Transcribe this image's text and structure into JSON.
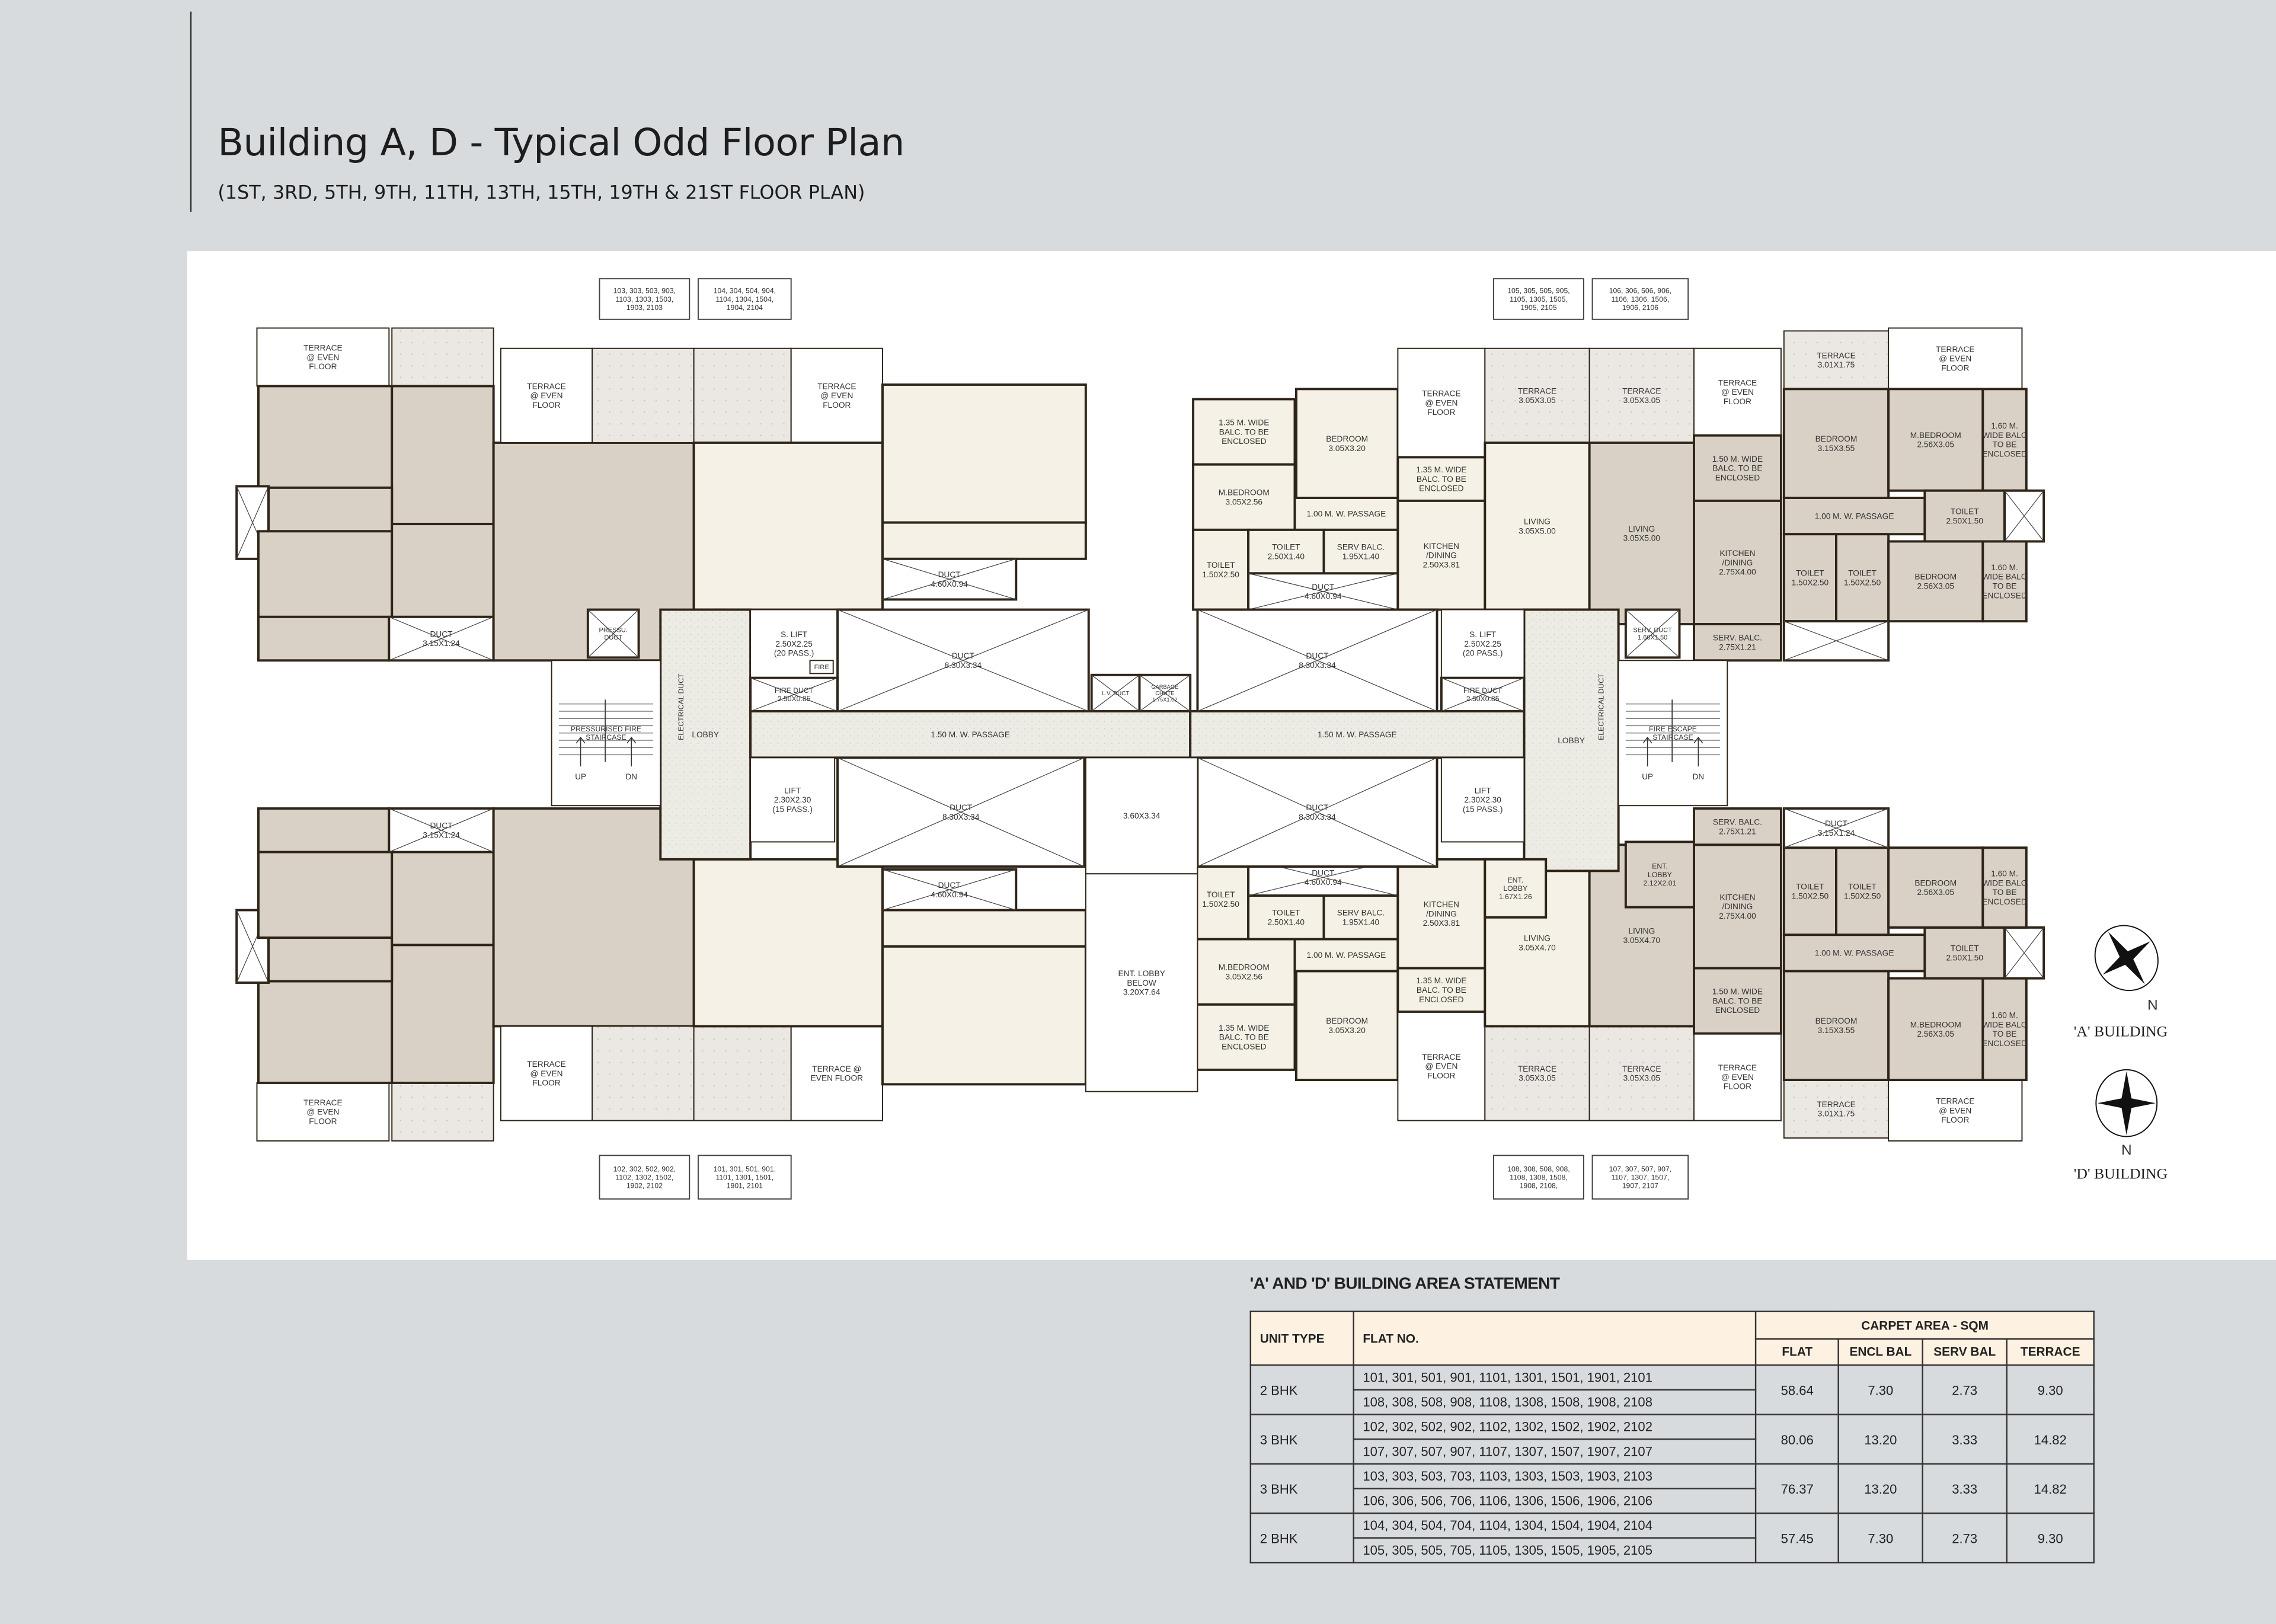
{
  "header": {
    "title": "Building A, D - Typical Odd Floor Plan",
    "subtitle": "(1ST, 3RD, 5TH, 9TH, 11TH, 13TH, 15TH, 19TH & 21ST FLOOR PLAN)"
  },
  "colors": {
    "background": "#d8dbde",
    "wall": "#2e2418",
    "unit_taupe": "#d9d1c6",
    "unit_cream": "#f5f1e6",
    "terrace": "#ebe8e3",
    "lobby": "#ecebe4",
    "table_header": "#fdf1e2"
  },
  "plan": {
    "flat_boxes_top": [
      "103, 303, 503, 903,\n1103, 1303, 1503,\n1903, 2103",
      "104, 304, 504, 904,\n1104, 1304, 1504,\n1904, 2104",
      "105, 305, 505, 905,\n1105, 1305, 1505,\n1905, 2105",
      "106, 306, 506, 906,\n1106, 1306, 1506,\n1906, 2106"
    ],
    "flat_boxes_bottom": [
      "102, 302, 502, 902,\n1102, 1302, 1502,\n1902, 2102",
      "101, 301, 501, 901,\n1101, 1301, 1501,\n1901, 2101",
      "108, 308, 508, 908,\n1108, 1308, 1508,\n1908, 2108,",
      "107, 307, 507, 907,\n1107, 1307, 1507,\n1907, 2107"
    ],
    "core": {
      "press_duct": "PRESSU.\nDUCT",
      "stair_l": "PRESSURISED FIRE\nSTAIRCASE",
      "stair_r": "FIRE ESCAPE\nSTAIRCASE",
      "up": "UP",
      "dn": "DN",
      "lobby_l": "LOBBY",
      "lobby_r": "LOBBY",
      "electrical_duct": "ELECTRICAL DUCT",
      "passage_l": "1.50 M. W. PASSAGE",
      "passage_r": "1.50 M. W. PASSAGE",
      "slift_l": "S. LIFT\n2.50X2.25\n(20 PASS.)",
      "slift_r": "S. LIFT\n2.50X2.25\n(20 PASS.)",
      "fire_tag": "FIRE",
      "fire_duct_l": "FIRE DUCT\n2.50X0.85",
      "fire_duct_r": "FIRE DUCT\n2.50X0.85",
      "duct_tl": "DUCT\n8.30X3.34",
      "duct_tr": "DUCT\n8.30X3.34",
      "duct_bl": "DUCT\n8.30X3.34",
      "duct_br": "DUCT\n8.30X3.34",
      "lv_duct": "L.V. DUCT",
      "garbage": "GARBAGE\nCHUTE\n1.75X1.02",
      "serv_duct": "SERV. DUCT\n1.60X1.50",
      "lift_l": "LIFT\n2.30X2.30\n(15 PASS.)",
      "lift_r": "LIFT\n2.30X2.30\n(15 PASS.)",
      "void": "3.60X3.34",
      "ent_lobby_below": "ENT. LOBBY\nBELOW\n3.20X7.64",
      "ent_lobby_c": "ENT.\nLOBBY\n1.67X1.26",
      "ent_lobby_d": "ENT.\nLOBBY\n2.12X2.01"
    },
    "rooms_upper": {
      "a_ter_even": "TERRACE\n@ EVEN\nFLOOR",
      "a_duct2": "DUCT\n3.15X1.24",
      "a_ter_even2": "TERRACE\n@ EVEN\nFLOOR",
      "b_ter_even": "TERRACE\n@ EVEN\nFLOOR",
      "b_duct": "DUCT\n4.60X0.94",
      "c_balc": "1.35 M. WIDE\nBALC. TO BE\nENCLOSED",
      "c_mbed": "M.BEDROOM\n3.05X2.56",
      "c_bed": "BEDROOM\n3.05X3.20",
      "c_passage": "1.00 M. W. PASSAGE",
      "c_toilet1": "TOILET\n1.50X2.50",
      "c_toilet2": "TOILET\n2.50X1.40",
      "c_serv": "SERV BALC.\n1.95X1.40",
      "c_duct": "DUCT\n4.60X0.94",
      "c_ter_even": "TERRACE\n@ EVEN\nFLOOR",
      "c_balc2": "1.35 M. WIDE\nBALC. TO BE\nENCLOSED",
      "c_kitchen": "KITCHEN\n/DINING\n2.50X3.81",
      "c_ter": "TERRACE\n3.05X3.05",
      "c_living": "LIVING\n3.05X5.00",
      "d_ter": "TERRACE\n3.05X3.05",
      "d_living": "LIVING\n3.05X5.00",
      "d_ter_even": "TERRACE\n@ EVEN\nFLOOR",
      "d_balc": "1.50 M. WIDE\nBALC. TO BE\nENCLOSED",
      "d_kitchen": "KITCHEN\n/DINING\n2.75X4.00",
      "d_serv": "SERV. BALC.\n2.75X1.21",
      "d_ter2": "TERRACE\n3.01X1.75",
      "d_ter_even2": "TERRACE\n@ EVEN\nFLOOR",
      "d_bed": "BEDROOM\n3.15X3.55",
      "d_mbed": "M.BEDROOM\n2.56X3.05",
      "d_mbalc": "1.60 M.\nWIDE BALC\nTO BE\nENCLOSED",
      "d_passage": "1.00 M. W. PASSAGE",
      "d_toilet": "TOILET\n2.50X1.50",
      "d_t1": "TOILET\n1.50X2.50",
      "d_t2": "TOILET\n1.50X2.50",
      "d_bed2": "BEDROOM\n2.56X3.05",
      "d_mbalc2": "1.60 M.\nWIDE BALC\nTO BE\nENCLOSED"
    },
    "rooms_lower": {
      "a_ter_even": "TERRACE\n@ EVEN\nFLOOR",
      "a_duct2": "DUCT\n3.15X1.24",
      "a_ter_even2": "TERRACE\n@ EVEN\nFLOOR",
      "b_ter_even": "TERRACE @\nEVEN FLOOR",
      "b_duct": "DUCT\n4.60X0.94",
      "c_balc": "1.35 M. WIDE\nBALC. TO BE\nENCLOSED",
      "c_mbed": "M.BEDROOM\n3.05X2.56",
      "c_bed": "BEDROOM\n3.05X3.20",
      "c_passage": "1.00 M. W. PASSAGE",
      "c_toilet1": "TOILET\n1.50X2.50",
      "c_toilet2": "TOILET\n2.50X1.40",
      "c_serv": "SERV BALC.\n1.95X1.40",
      "c_duct": "DUCT\n4.60X0.94",
      "c_ter_even": "TERRACE\n@ EVEN\nFLOOR",
      "c_balc2": "1.35 M. WIDE\nBALC. TO BE\nENCLOSED",
      "c_kitchen": "KITCHEN\n/DINING\n2.50X3.81",
      "c_ter": "TERRACE\n3.05X3.05",
      "c_living": "LIVING\n3.05X4.70",
      "d_ter": "TERRACE\n3.05X3.05",
      "d_living": "LIVING\n3.05X4.70",
      "d_ter_even": "TERRACE\n@ EVEN\nFLOOR",
      "d_balc": "1.50 M. WIDE\nBALC. TO BE\nENCLOSED",
      "d_kitchen": "KITCHEN\n/DINING\n2.75X4.00",
      "d_serv": "SERV. BALC.\n2.75X1.21",
      "d_ter2": "TERRACE\n3.01X1.75",
      "d_ter_even2": "TERRACE\n@ EVEN\nFLOOR",
      "d_bed": "BEDROOM\n3.15X3.55",
      "d_mbed": "M.BEDROOM\n2.56X3.05",
      "d_mbalc": "1.60 M.\nWIDE BALC\nTO BE\nENCLOSED",
      "d_passage": "1.00 M. W. PASSAGE",
      "d_toilet": "TOILET\n2.50X1.50",
      "d_t1": "TOILET\n1.50X2.50",
      "d_t2": "TOILET\n1.50X2.50",
      "d_bed2": "BEDROOM\n2.56X3.05",
      "d_mbalc2": "1.60 M.\nWIDE BALC\nTO BE\nENCLOSED",
      "d_duct2": "DUCT\n3.15X1.24"
    },
    "compass": [
      {
        "north": "N",
        "label": "'A' BUILDING",
        "icon": "compass-rose-icon"
      },
      {
        "north": "N",
        "label": "'D' BUILDING",
        "icon": "compass-rose-icon"
      }
    ]
  },
  "area_statement": {
    "title": "'A' AND 'D' BUILDING AREA STATEMENT",
    "headers": {
      "unit_type": "UNIT TYPE",
      "flat_no": "FLAT NO.",
      "carpet_area": "CARPET AREA - SQM",
      "flat": "FLAT",
      "encl_bal": "ENCL BAL",
      "serv_bal": "SERV BAL",
      "terrace": "TERRACE"
    },
    "rows": [
      {
        "unit_type": "2 BHK",
        "flats": [
          "101, 301, 501, 901, 1101, 1301, 1501, 1901, 2101",
          "108, 308, 508, 908, 1108, 1308, 1508, 1908, 2108"
        ],
        "flat": "58.64",
        "encl_bal": "7.30",
        "serv_bal": "2.73",
        "terrace": "9.30"
      },
      {
        "unit_type": "3 BHK",
        "flats": [
          "102, 302, 502, 902, 1102, 1302, 1502, 1902, 2102",
          "107, 307, 507, 907, 1107, 1307, 1507, 1907, 2107"
        ],
        "flat": "80.06",
        "encl_bal": "13.20",
        "serv_bal": "3.33",
        "terrace": "14.82"
      },
      {
        "unit_type": "3 BHK",
        "flats": [
          "103, 303, 503, 703, 1103, 1303, 1503, 1903, 2103",
          "106, 306, 506, 706, 1106, 1306, 1506, 1906, 2106"
        ],
        "flat": "76.37",
        "encl_bal": "13.20",
        "serv_bal": "3.33",
        "terrace": "14.82"
      },
      {
        "unit_type": "2 BHK",
        "flats": [
          "104, 304, 504, 704, 1104, 1304, 1504, 1904, 2104",
          "105, 305, 505, 705, 1105, 1305, 1505, 1905, 2105"
        ],
        "flat": "57.45",
        "encl_bal": "7.30",
        "serv_bal": "2.73",
        "terrace": "9.30"
      }
    ]
  }
}
